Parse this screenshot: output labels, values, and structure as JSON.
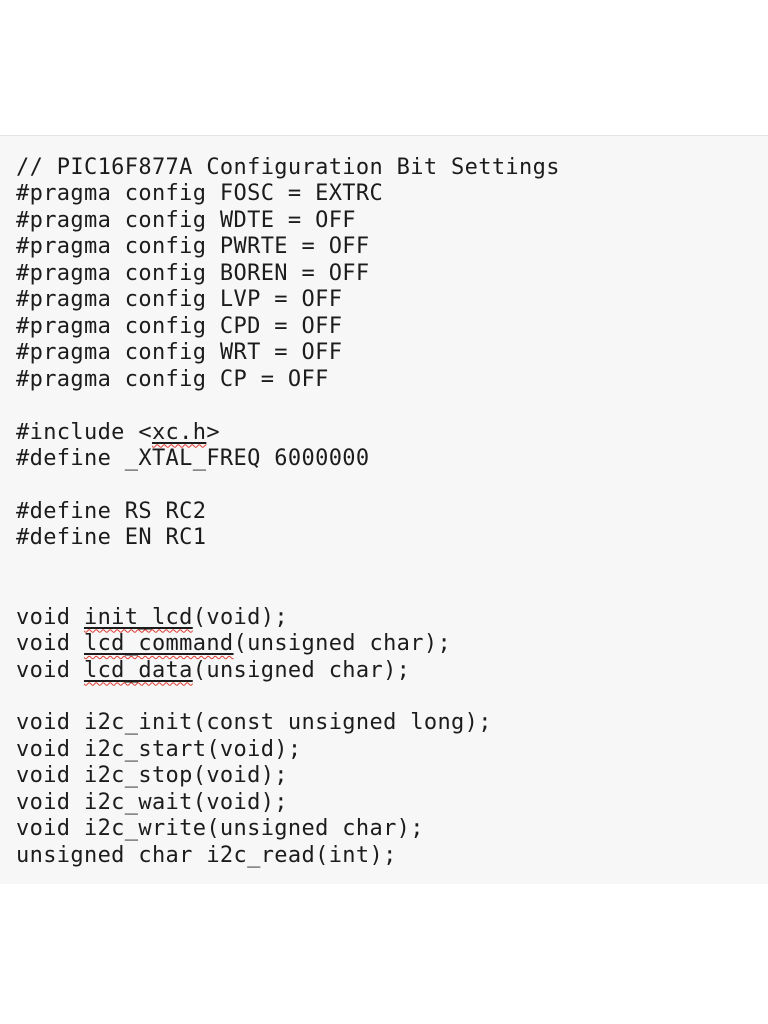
{
  "colors": {
    "page_background": "#ffffff",
    "panel_background": "#f7f7f8",
    "panel_top_border": "#e3e3e5",
    "code_text": "#1c1c1c",
    "misspelled_underline": "#1c1c1c",
    "misspelled_squiggle": "#e03a2f"
  },
  "code": {
    "language": "c",
    "lines": [
      {
        "segments": [
          {
            "text": "// PIC16F877A Configuration Bit Settings",
            "misspelled": false
          }
        ]
      },
      {
        "segments": [
          {
            "text": "#pragma config FOSC = EXTRC",
            "misspelled": false
          }
        ]
      },
      {
        "segments": [
          {
            "text": "#pragma config WDTE = OFF",
            "misspelled": false
          }
        ]
      },
      {
        "segments": [
          {
            "text": "#pragma config PWRTE = OFF",
            "misspelled": false
          }
        ]
      },
      {
        "segments": [
          {
            "text": "#pragma config BOREN = OFF",
            "misspelled": false
          }
        ]
      },
      {
        "segments": [
          {
            "text": "#pragma config LVP = OFF",
            "misspelled": false
          }
        ]
      },
      {
        "segments": [
          {
            "text": "#pragma config CPD = OFF",
            "misspelled": false
          }
        ]
      },
      {
        "segments": [
          {
            "text": "#pragma config WRT = OFF",
            "misspelled": false
          }
        ]
      },
      {
        "segments": [
          {
            "text": "#pragma config CP = OFF",
            "misspelled": false
          }
        ]
      },
      {
        "segments": []
      },
      {
        "segments": [
          {
            "text": "#include <",
            "misspelled": false
          },
          {
            "text": "xc.h",
            "misspelled": true
          },
          {
            "text": ">",
            "misspelled": false
          }
        ]
      },
      {
        "segments": [
          {
            "text": "#define _XTAL_FREQ 6000000",
            "misspelled": false
          }
        ]
      },
      {
        "segments": []
      },
      {
        "segments": [
          {
            "text": "#define RS RC2",
            "misspelled": false
          }
        ]
      },
      {
        "segments": [
          {
            "text": "#define EN RC1",
            "misspelled": false
          }
        ]
      },
      {
        "segments": []
      },
      {
        "segments": []
      },
      {
        "segments": [
          {
            "text": "void ",
            "misspelled": false
          },
          {
            "text": "init_lcd",
            "misspelled": true
          },
          {
            "text": "(void);",
            "misspelled": false
          }
        ]
      },
      {
        "segments": [
          {
            "text": "void ",
            "misspelled": false
          },
          {
            "text": "lcd_command",
            "misspelled": true
          },
          {
            "text": "(unsigned char);",
            "misspelled": false
          }
        ]
      },
      {
        "segments": [
          {
            "text": "void ",
            "misspelled": false
          },
          {
            "text": "lcd_data",
            "misspelled": true
          },
          {
            "text": "(unsigned char);",
            "misspelled": false
          }
        ]
      },
      {
        "segments": []
      },
      {
        "segments": [
          {
            "text": "void i2c_init(const unsigned long);",
            "misspelled": false
          }
        ]
      },
      {
        "segments": [
          {
            "text": "void i2c_start(void);",
            "misspelled": false
          }
        ]
      },
      {
        "segments": [
          {
            "text": "void i2c_stop(void);",
            "misspelled": false
          }
        ]
      },
      {
        "segments": [
          {
            "text": "void i2c_wait(void);",
            "misspelled": false
          }
        ]
      },
      {
        "segments": [
          {
            "text": "void i2c_write(unsigned char);",
            "misspelled": false
          }
        ]
      },
      {
        "segments": [
          {
            "text": "unsigned char i2c_read(int);",
            "misspelled": false
          }
        ]
      }
    ]
  }
}
